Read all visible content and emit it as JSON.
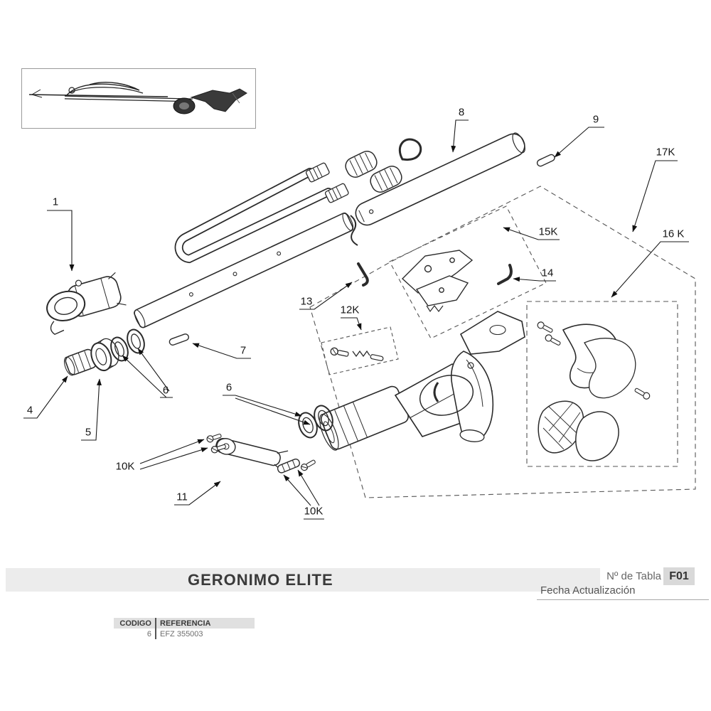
{
  "diagram": {
    "labels": [
      {
        "text": "1"
      },
      {
        "text": "4"
      },
      {
        "text": "5"
      },
      {
        "text": "6"
      },
      {
        "text": "6"
      },
      {
        "text": "7"
      },
      {
        "text": "8"
      },
      {
        "text": "9"
      },
      {
        "text": "10K"
      },
      {
        "text": "10K"
      },
      {
        "text": "11"
      },
      {
        "text": "12K"
      },
      {
        "text": "13"
      },
      {
        "text": "14"
      },
      {
        "text": "15K"
      },
      {
        "text": "16 K"
      },
      {
        "text": "17K"
      }
    ]
  },
  "footer": {
    "title": "GERONIMO ELITE",
    "table_number_label": "Nº de Tabla",
    "table_number_value": "F01",
    "update_label": "Fecha Actualización",
    "code_table": {
      "code_header": "CODIGO",
      "reference_header": "REFERENCIA",
      "code_value": "6",
      "reference_value": "EFZ 355003"
    }
  },
  "colors": {
    "title_bar_bg": "#ececec",
    "badge_bg": "#d9d9d9",
    "line_art": "#2b2b2b"
  }
}
